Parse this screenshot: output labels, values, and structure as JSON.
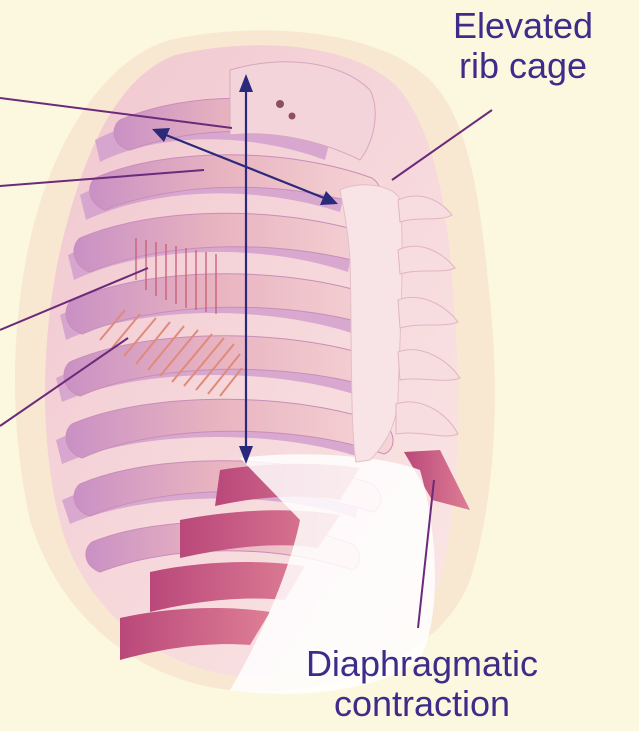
{
  "labels": {
    "elevated_rib_cage": [
      "Elevated",
      "rib cage"
    ],
    "diaphragmatic_contraction": [
      "Diaphragmatic",
      "contraction"
    ]
  },
  "colors": {
    "background": "#FBF8DF",
    "label_text": "#3E2C8A",
    "leader_line": "#6B2A7A",
    "arrow": "#2B2A7A",
    "rib_light": "#F2C9CB",
    "rib_mid": "#E3A9BB",
    "rib_shadow": "#C88CC0",
    "rib_dark": "#C45A78",
    "sternum": "#F8E4E6"
  }
}
